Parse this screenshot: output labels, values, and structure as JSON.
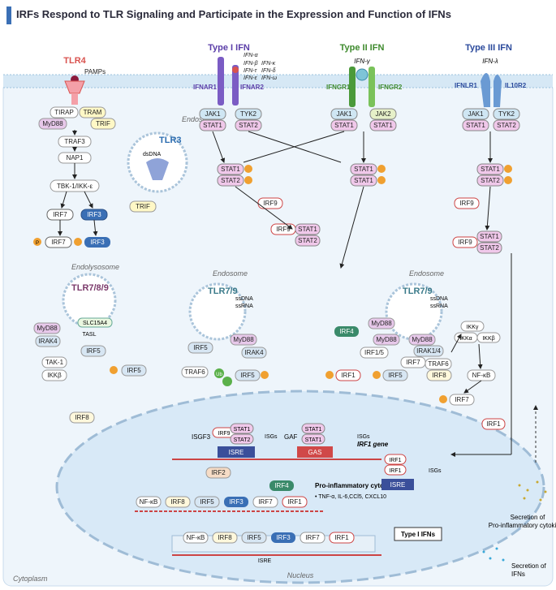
{
  "title": "IRFs Respond to TLR Signaling and Participate in the Expression and Function of IFNs",
  "colors": {
    "type1": "#5b3ea8",
    "type2": "#3e8a2d",
    "type3": "#2b4a9c",
    "tlr4": "#d9534f",
    "membrane": "#cfe3f2",
    "nucleus": "#dbeaf6"
  },
  "headers": {
    "tlr4": "TLR4",
    "type1": "Type I IFN",
    "type2": "Type II IFN",
    "type3": "Type III IFN"
  },
  "ligands": {
    "pamps": "PAMPs",
    "type1": [
      "IFN-α",
      "IFN-β",
      "IFN-κ",
      "IFN-τ",
      "IFN-δ",
      "IFN-ε",
      "IFN-ω"
    ],
    "type2": "IFN-γ",
    "type3": "IFN-λ"
  },
  "receptors": {
    "ifnar1": "IFNAR1",
    "ifnar2": "IFNAR2",
    "ifngr1": "IFNGR1",
    "ifngr2": "IFNGR2",
    "ifnlr1": "IFNLR1",
    "il10r2": "IL10R2"
  },
  "tlr4_path": {
    "tirap": "TIRAP",
    "myd88": "MyD88",
    "tram": "TRAM",
    "trif": "TRIF",
    "traf3": "TRAF3",
    "nap1": "NAP1",
    "tbk": "TBK-1/IKK-ε",
    "irf7": "IRF7",
    "irf3": "IRF3",
    "p": "P"
  },
  "compartments": {
    "endosome": "Endosome",
    "endolysosome": "Endolysosome",
    "nucleus": "Nucleus",
    "cytoplasm": "Cytoplasm"
  },
  "tlr3": {
    "name": "TLR3",
    "ligand": "dsDNA",
    "adaptor": "TRIF"
  },
  "tlr789": {
    "name": "TLR7/8/9",
    "myd88": "MyD88",
    "slc": "SLC15A4",
    "tasl": "TASL",
    "irak4": "IRAK4",
    "tak1": "TAK-1",
    "ikkb": "IKKβ",
    "irf5": "IRF5"
  },
  "tlr79a": {
    "name": "TLR7/9",
    "ligand1": "ssDNA",
    "ligand2": "ssRNA",
    "myd88": "MyD88",
    "irak4": "IRAK4",
    "irf5": "IRF5",
    "traf6": "TRAF6",
    "ub": "Ub"
  },
  "tlr79b": {
    "name": "TLR7/9",
    "ligand1": "ssDNA",
    "ligand2": "ssRNA",
    "myd88": "MyD88",
    "irf4": "IRF4",
    "irf15": "IRF1/5",
    "irak14": "IRAK1/4",
    "irf7": "IRF7",
    "traf6": "TRAF6",
    "ikkg": "IKKγ",
    "ikka": "IKKα",
    "ikkb": "IKKβ",
    "irf8": "IRF8",
    "nfkb": "NF-κB",
    "irf1": "IRF1",
    "irf5": "IRF5"
  },
  "jakstat": {
    "jak1": "JAK1",
    "tyk2": "TYK2",
    "jak2": "JAK2",
    "stat1": "STAT1",
    "stat2": "STAT2",
    "irf9": "IRF9"
  },
  "nucleus": {
    "isgf3": "ISGF3",
    "isre": "ISRE",
    "isgs": "ISGs",
    "irf2": "IRF2",
    "gaf": "GAF",
    "gas": "GAS",
    "irf1_gene": "IRF1 gene",
    "irf8": "IRF8",
    "irf4": "IRF4",
    "proinf": "Pro-inflammatory cytokines",
    "cyto_list": "• TNF-α, IL-6,CCl5, CXCL10",
    "nfkb": "NF-κB",
    "irf1": "IRF1",
    "type1ifns": "Type I IFNs"
  },
  "outside": {
    "sec_proinf": "Secretion of Pro-inflammatory cytokines",
    "sec_ifn": "Secretion of IFNs"
  }
}
